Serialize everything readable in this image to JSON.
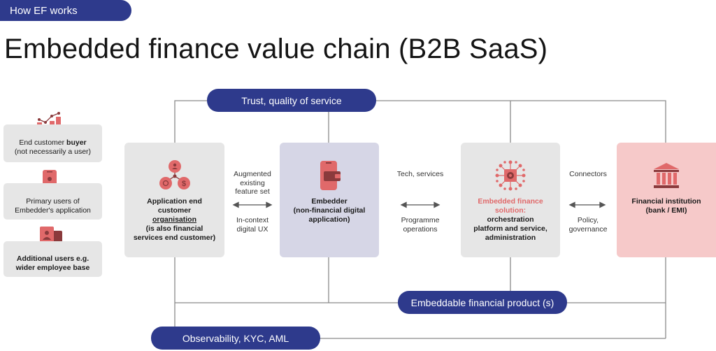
{
  "tag": "How EF works",
  "title": "Embedded finance value chain (B2B SaaS)",
  "pills": {
    "top": "Trust, quality of service",
    "middle": "Embeddable financial product (s)",
    "bottom": "Observability, KYC, AML"
  },
  "users": [
    {
      "line1_plain": "End customer ",
      "line1_bold": "buyer",
      "line2": "(not necessarily a user)"
    },
    {
      "line1_plain": "Primary users of",
      "line1_bold": "",
      "line2": "Embedder's application"
    },
    {
      "line1_plain": "",
      "line1_bold": "Additional users e.g.",
      "line2": "wider employee base"
    }
  ],
  "boxes": {
    "application": {
      "l1": "Application end",
      "l2": "customer",
      "l3": "organisation",
      "l4": "(is also financial",
      "l5": "services end customer)"
    },
    "embedder": {
      "l1": "Embedder",
      "l2": "(non-financial digital",
      "l3": "application)"
    },
    "solution": {
      "a1": "Embedded finance",
      "a2": "solution:",
      "l1": "orchestration",
      "l2": "platform and service,",
      "l3": "administration"
    },
    "institution": {
      "l1": "Financial institution",
      "l2": "(bank / EMI)"
    }
  },
  "connectors": {
    "c1_top": [
      "Augmented",
      "existing",
      "feature set"
    ],
    "c1_bottom": [
      "In-context",
      "digital UX"
    ],
    "c2_top": [
      "Tech, services"
    ],
    "c2_bottom": [
      "Programme",
      "operations"
    ],
    "c3_top": [
      "Connectors"
    ],
    "c3_bottom": [
      "Policy,",
      "governance"
    ]
  },
  "colors": {
    "navy": "#2e3a8c",
    "box_grey": "#e6e6e6",
    "embedder_box": "#d6d6e6",
    "institution_box": "#f6c9c9",
    "accent": "#e0696a",
    "icon_dark": "#8a3a3c"
  }
}
